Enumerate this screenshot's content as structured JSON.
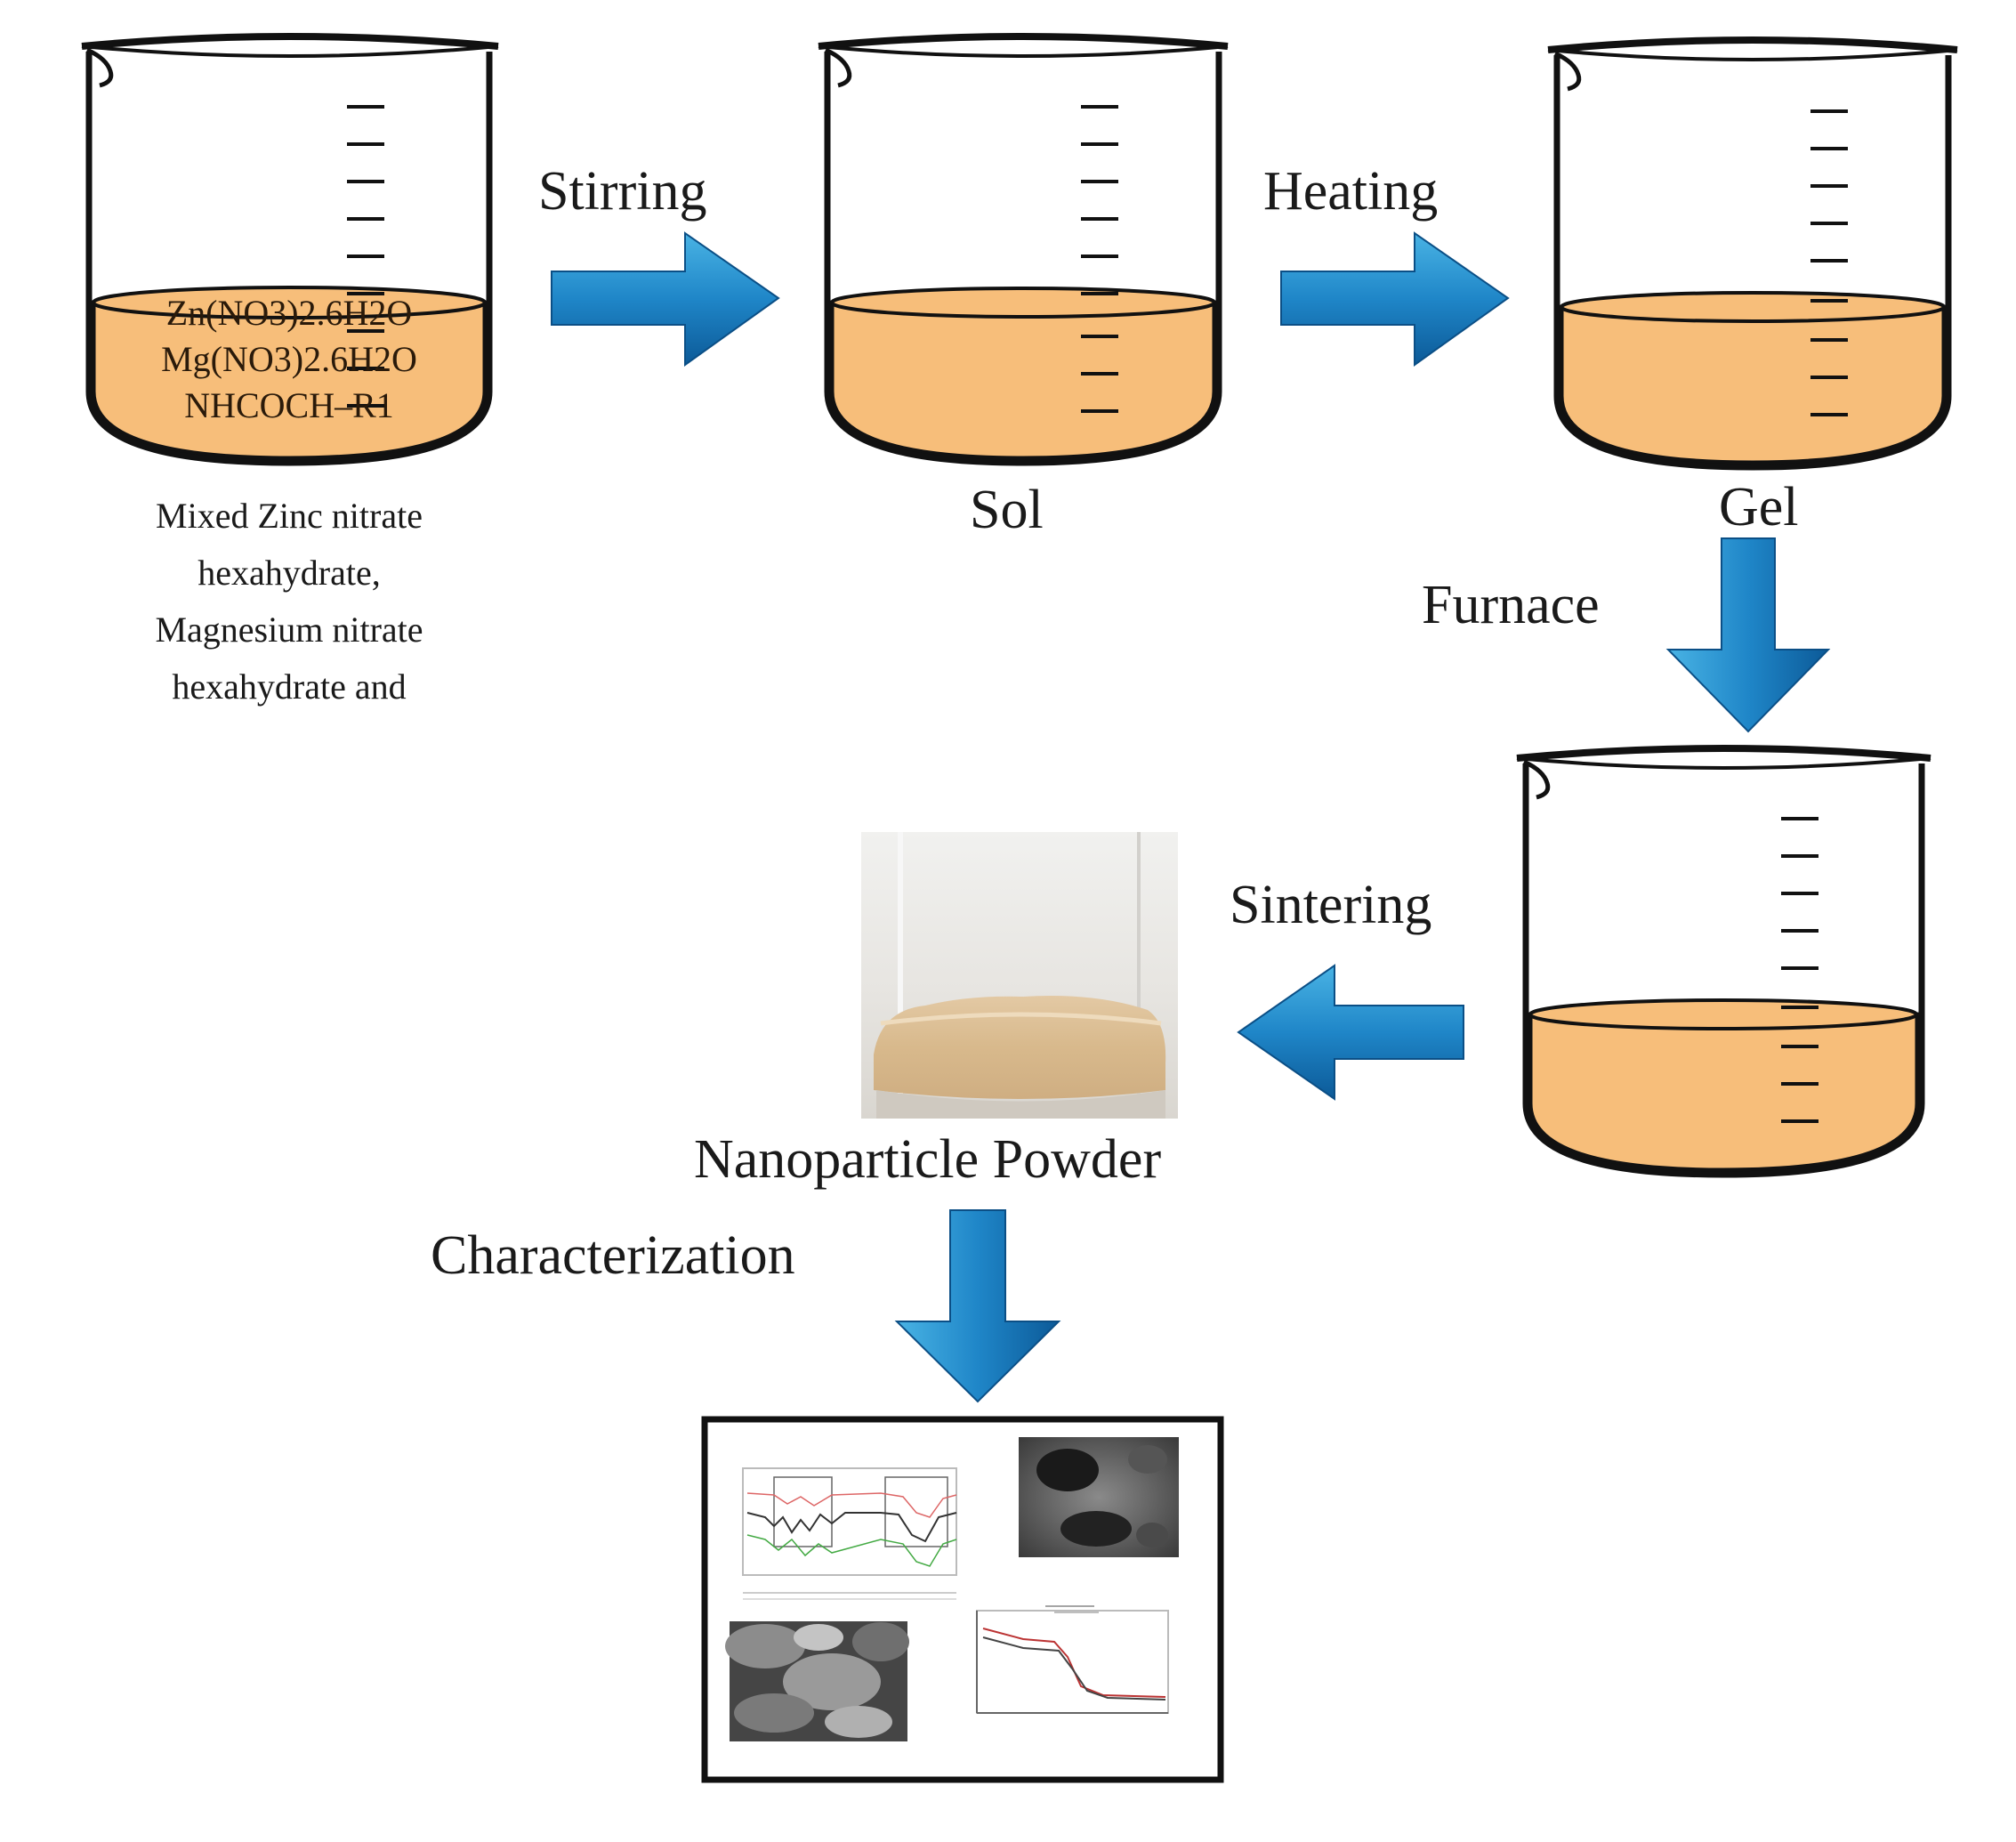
{
  "steps": {
    "stirring": "Stirring",
    "heating": "Heating",
    "furnace": "Furnace",
    "sintering": "Sintering",
    "characterization": "Characterization"
  },
  "beaker1": {
    "formulas": [
      "Zn(NO3)2.6H2O",
      "Mg(NO3)2.6H2O",
      "NHCOCH–R1"
    ],
    "caption": [
      "Mixed Zinc nitrate",
      "hexahydrate,",
      "Magnesium nitrate",
      "hexahydrate and"
    ]
  },
  "labels": {
    "sol": "Sol",
    "gel": "Gel",
    "powder": "Nanoparticle Powder"
  },
  "colors": {
    "liquid": "#f7be7a",
    "arrow_light": "#4fb6e6",
    "arrow_dark": "#0d5d9c",
    "outline": "#111111"
  }
}
